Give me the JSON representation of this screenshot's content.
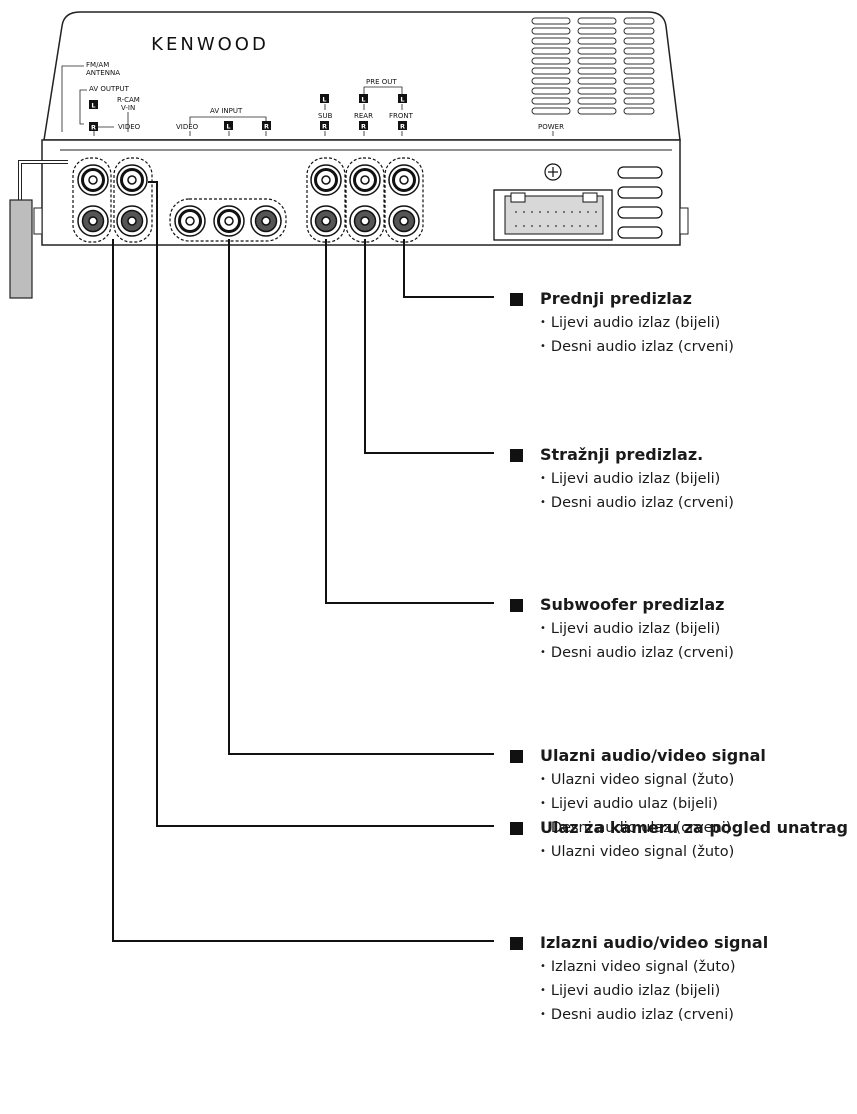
{
  "device": {
    "brand": "KENWOOD",
    "labels": {
      "fm_am_antenna_1": "FM/AM",
      "fm_am_antenna_2": "ANTENNA",
      "av_output": "AV OUTPUT",
      "rcam_1": "R-CAM",
      "rcam_2": "V-IN",
      "video_out": "VIDEO",
      "av_input": "AV INPUT",
      "video_in": "VIDEO",
      "pre_out": "PRE OUT",
      "sub": "SUB",
      "rear": "REAR",
      "front": "FRONT",
      "power": "POWER",
      "left_tag": "L",
      "right_tag": "R"
    }
  },
  "callouts": [
    {
      "title": "Prednji predizlaz",
      "items": [
        "Lijevi audio izlaz (bijeli)",
        "Desni audio izlaz (crveni)"
      ]
    },
    {
      "title": "Stražnji predizlaz.",
      "items": [
        "Lijevi audio izlaz (bijeli)",
        "Desni audio izlaz (crveni)"
      ]
    },
    {
      "title": "Subwoofer predizlaz",
      "items": [
        "Lijevi audio izlaz (bijeli)",
        "Desni audio izlaz (crveni)"
      ]
    },
    {
      "title": "Ulazni audio/video signal",
      "items": [
        "Ulazni video signal (žuto)",
        "Lijevi audio ulaz (bijeli)",
        "Desni audio ulaz (crveni)"
      ]
    },
    {
      "title": "Ulaz za kameru za pogled unatrag",
      "items": [
        "Ulazni video signal (žuto)"
      ]
    },
    {
      "title": "Izlazni audio/video signal",
      "items": [
        "Izlazni video signal (žuto)",
        "Lijevi audio izlaz (bijeli)",
        "Desni audio izlaz (crveni)"
      ]
    }
  ]
}
